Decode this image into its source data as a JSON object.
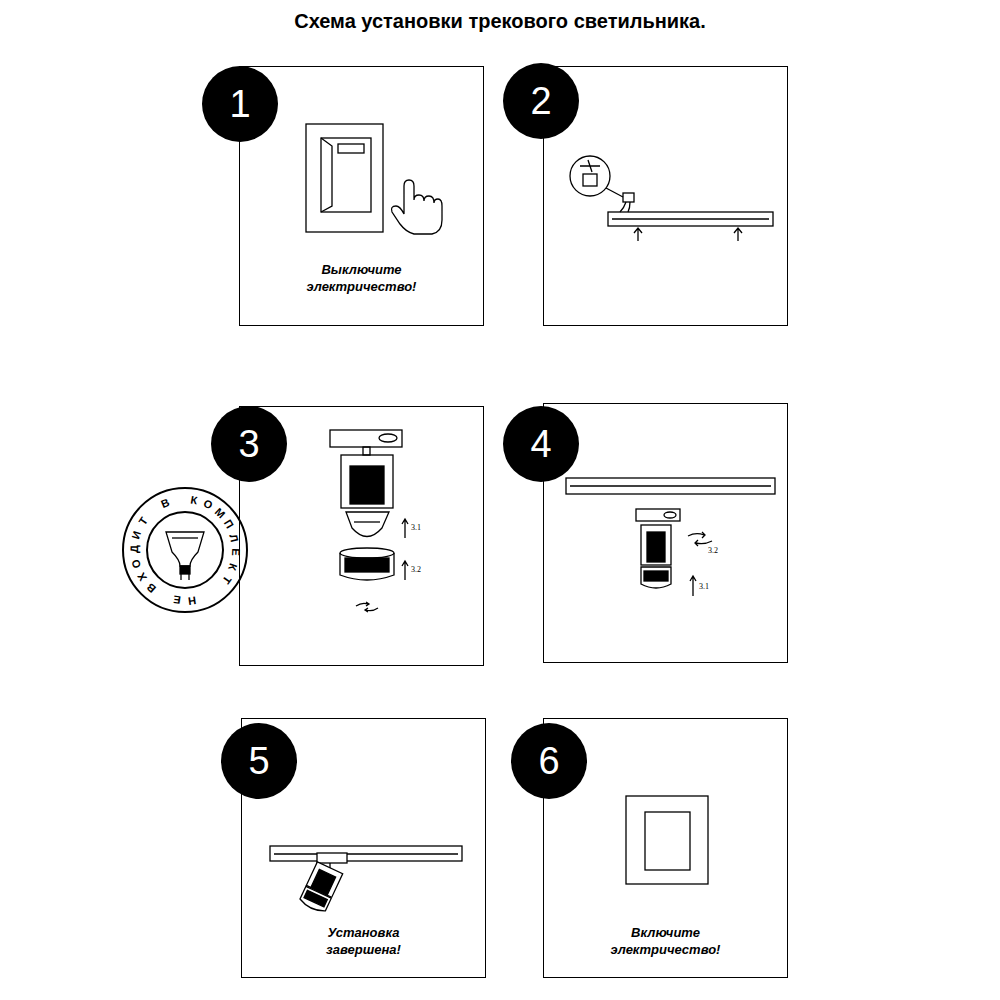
{
  "diagram": {
    "title": "Схема установки трекового светильника.",
    "nodes": [
      {
        "text": [
          "1",
          "Выключите электричество!"
        ]
      },
      {
        "text": [
          "2"
        ]
      },
      {
        "text": [
          "НЕ ВХОДИТ В КОМПЛЕКТ"
        ]
      },
      {
        "text": [
          "3"
        ]
      },
      {
        "text": [
          "4"
        ]
      },
      {
        "text": [
          "5",
          "Установка завершена!"
        ]
      },
      {
        "text": [
          "6",
          "Включите электричество!"
        ]
      }
    ],
    "labels": [
      "3.1",
      "3.2",
      "3.2",
      "3.1"
    ]
  }
}
